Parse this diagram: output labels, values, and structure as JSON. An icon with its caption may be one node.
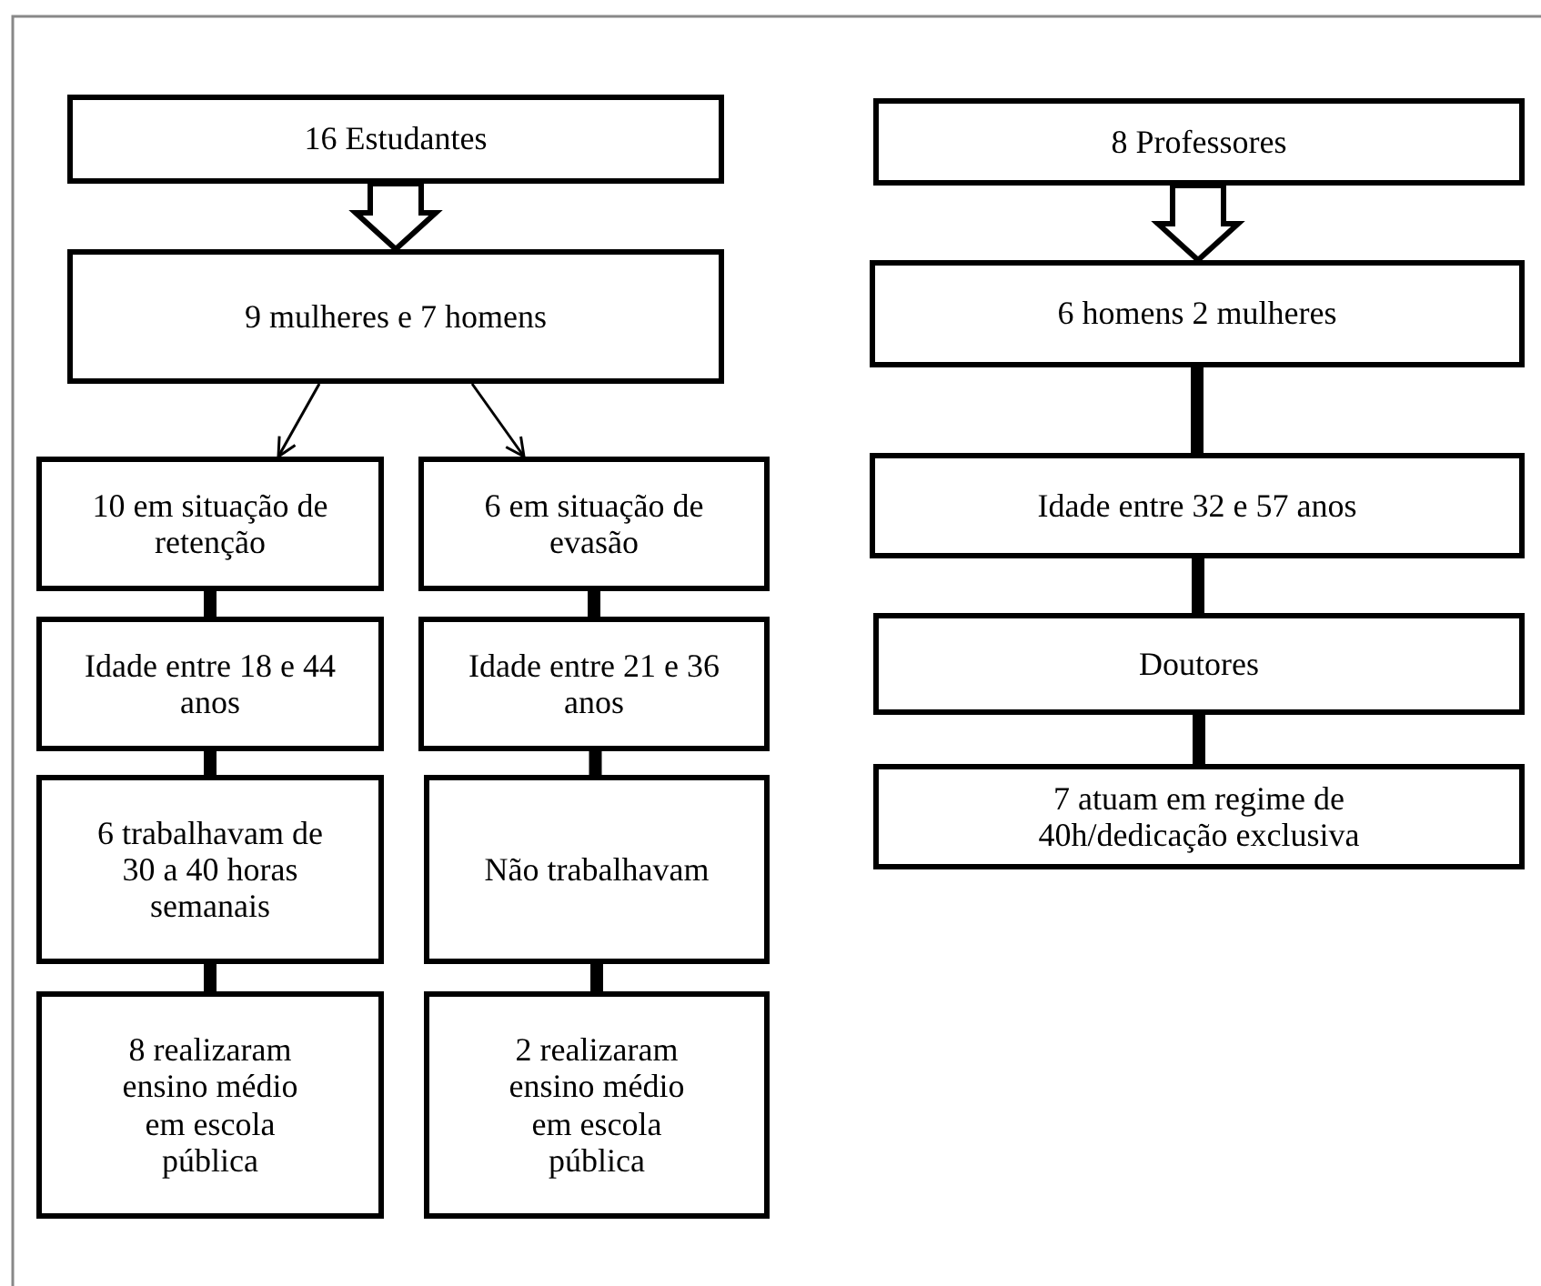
{
  "diagram": {
    "nodes": [
      {
        "text": [
          "16 Estudantes"
        ]
      },
      {
        "text": [
          "9 mulheres e 7 homens"
        ]
      },
      {
        "text": [
          "10 em situação de retenção"
        ]
      },
      {
        "text": [
          "6 em situação de evasão"
        ]
      },
      {
        "text": [
          "Idade entre 18 e 44 anos"
        ]
      },
      {
        "text": [
          "Idade entre 21 e 36 anos"
        ]
      },
      {
        "text": [
          "6 trabalhavam de 30 a 40 horas semanais"
        ]
      },
      {
        "text": [
          "Não trabalhavam"
        ]
      },
      {
        "text": [
          "8 realizaram ensino médio em escola pública"
        ]
      },
      {
        "text": [
          "2 realizaram ensino médio em escola pública"
        ]
      },
      {
        "text": [
          "8 Professores"
        ]
      },
      {
        "text": [
          "6  homens 2 mulheres"
        ]
      },
      {
        "text": [
          "Idade entre 32 e 57 anos"
        ]
      },
      {
        "text": [
          "Doutores"
        ]
      },
      {
        "text": [
          "7 atuam em regime de 40h/dedicação exclusiva"
        ]
      }
    ],
    "edges": [
      {
        "from": 0,
        "to": 1,
        "arrow": "to"
      },
      {
        "from": 1,
        "to": 2,
        "arrow": "to"
      },
      {
        "from": 1,
        "to": 3,
        "arrow": "to"
      },
      {
        "from": 2,
        "to": 4,
        "arrow": "none"
      },
      {
        "from": 4,
        "to": 6,
        "arrow": "none"
      },
      {
        "from": 6,
        "to": 8,
        "arrow": "none"
      },
      {
        "from": 3,
        "to": 5,
        "arrow": "none"
      },
      {
        "from": 5,
        "to": 7,
        "arrow": "none"
      },
      {
        "from": 7,
        "to": 9,
        "arrow": "none"
      },
      {
        "from": 10,
        "to": 11,
        "arrow": "to"
      },
      {
        "from": 11,
        "to": 12,
        "arrow": "none"
      },
      {
        "from": 12,
        "to": 13,
        "arrow": "none"
      },
      {
        "from": 13,
        "to": 14,
        "arrow": "none"
      }
    ]
  }
}
